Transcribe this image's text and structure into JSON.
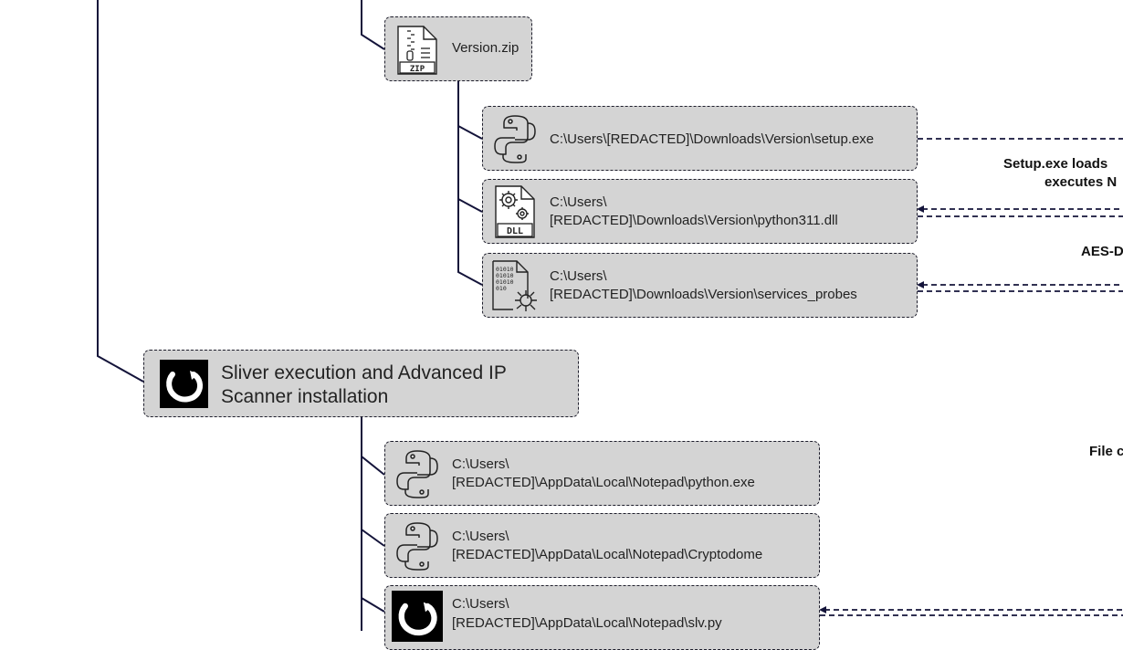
{
  "nodes": {
    "version_zip": {
      "label": "Version.zip",
      "icon": "zip-icon"
    },
    "setup_exe": {
      "label": "C:\\Users\\[REDACTED]\\Downloads\\Version\\setup.exe",
      "icon": "python-icon"
    },
    "python311_dll": {
      "line1": "C:\\Users\\",
      "line2": "[REDACTED]\\Downloads\\Version\\python311.dll",
      "icon": "dll-icon"
    },
    "services_probes": {
      "line1": "C:\\Users\\",
      "line2": "[REDACTED]\\Downloads\\Version\\services_probes",
      "icon": "binary-bug-icon"
    },
    "sliver": {
      "line1": "Sliver execution and Advanced IP",
      "line2": "Scanner installation",
      "icon": "sliver-logo-icon"
    },
    "python_exe": {
      "line1": "C:\\Users\\",
      "line2": "[REDACTED]\\AppData\\Local\\Notepad\\python.exe",
      "icon": "python-icon"
    },
    "cryptodome": {
      "line1": "C:\\Users\\",
      "line2": "[REDACTED]\\AppData\\Local\\Notepad\\Cryptodome",
      "icon": "python-icon"
    },
    "slv_py": {
      "line1": "C:\\Users\\",
      "line2": "[REDACTED]\\AppData\\Local\\Notepad\\slv.py",
      "icon": "sliver-logo-icon"
    }
  },
  "annotations": {
    "setup_loads_line1": "Setup.exe loads",
    "setup_loads_line2": "executes N",
    "aes": "AES-D",
    "file": "File c"
  },
  "colors": {
    "box_fill": "#d4d4d4",
    "line": "#14143a",
    "border": "#1e1e2c"
  }
}
